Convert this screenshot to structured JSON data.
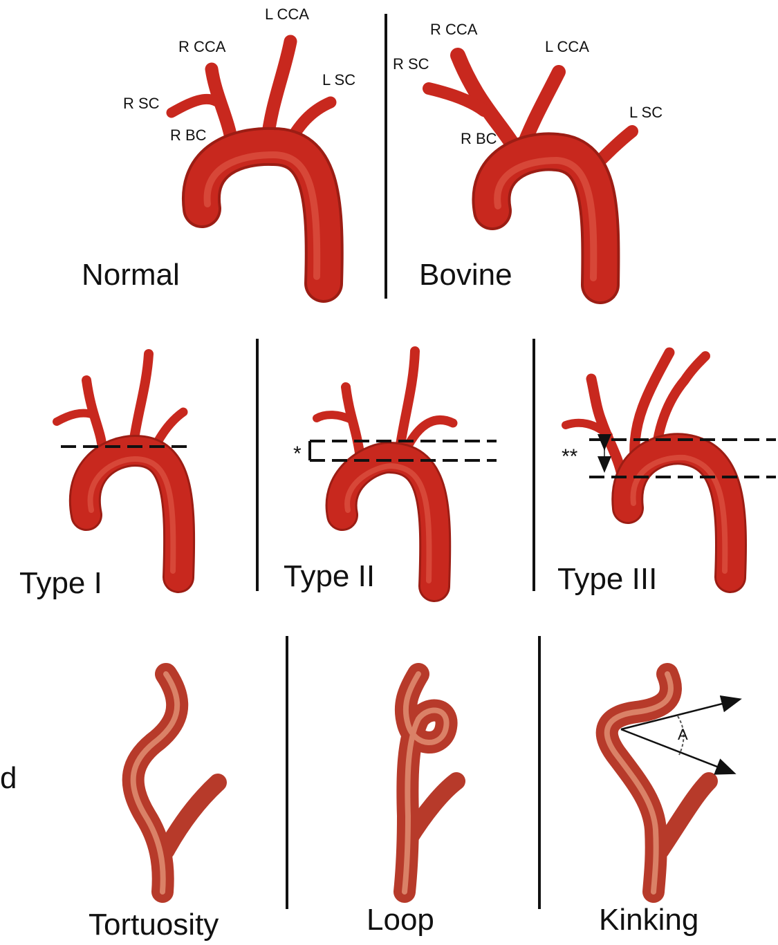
{
  "panels": {
    "normal": {
      "title": "Normal",
      "labels": {
        "r_cca": "R CCA",
        "r_sc": "R SC",
        "r_bc": "R BC",
        "l_cca": "L CCA",
        "l_sc": "L SC"
      }
    },
    "bovine": {
      "title": "Bovine",
      "labels": {
        "r_cca": "R CCA",
        "r_sc": "R SC",
        "r_bc": "R BC",
        "l_cca": "L CCA",
        "l_sc": "L SC"
      }
    },
    "type1": {
      "title": "Type I"
    },
    "type2": {
      "title": "Type II",
      "marker": "*"
    },
    "type3": {
      "title": "Type III",
      "marker": "**"
    },
    "tortuosity": {
      "title": "Tortuosity"
    },
    "loop": {
      "title": "Loop"
    },
    "kinking": {
      "title": "Kinking",
      "angle_label": "A"
    }
  },
  "edge_fragment": "d"
}
